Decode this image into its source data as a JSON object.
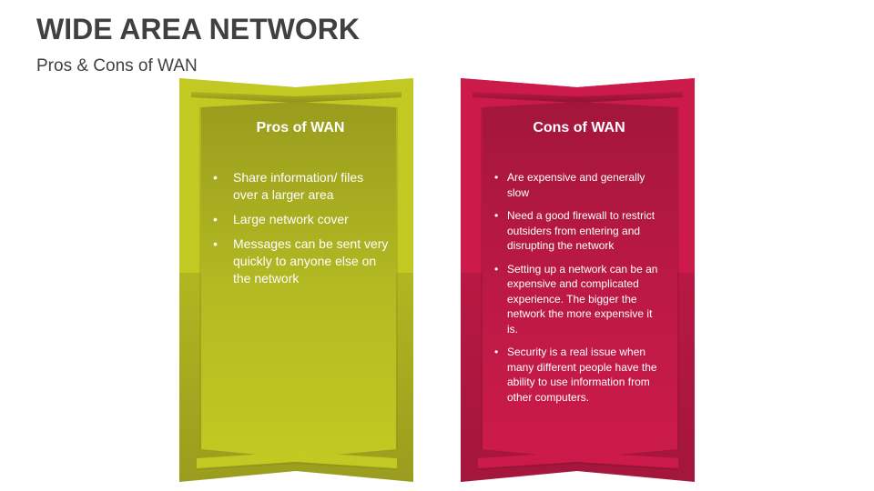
{
  "slide": {
    "title": "WIDE AREA NETWORK",
    "subtitle": "Pros & Cons of WAN"
  },
  "pros": {
    "title": "Pros of WAN",
    "color_light": "#c1c922",
    "color_dark": "#9a9c1e",
    "items": [
      "Share information/ files over a larger area",
      "Large network cover",
      "Messages can be sent very quickly to anyone else on the network"
    ]
  },
  "cons": {
    "title": "Cons of WAN",
    "color_light": "#cc1b4a",
    "color_dark": "#a3163c",
    "items": [
      "Are expensive and generally slow",
      "Need a good firewall to restrict outsiders from entering and disrupting the network",
      "Setting up a network can be an expensive and complicated experience. The bigger the network the more expensive it is.",
      "Security is a real issue when many different people have the ability to use information from other computers."
    ]
  }
}
